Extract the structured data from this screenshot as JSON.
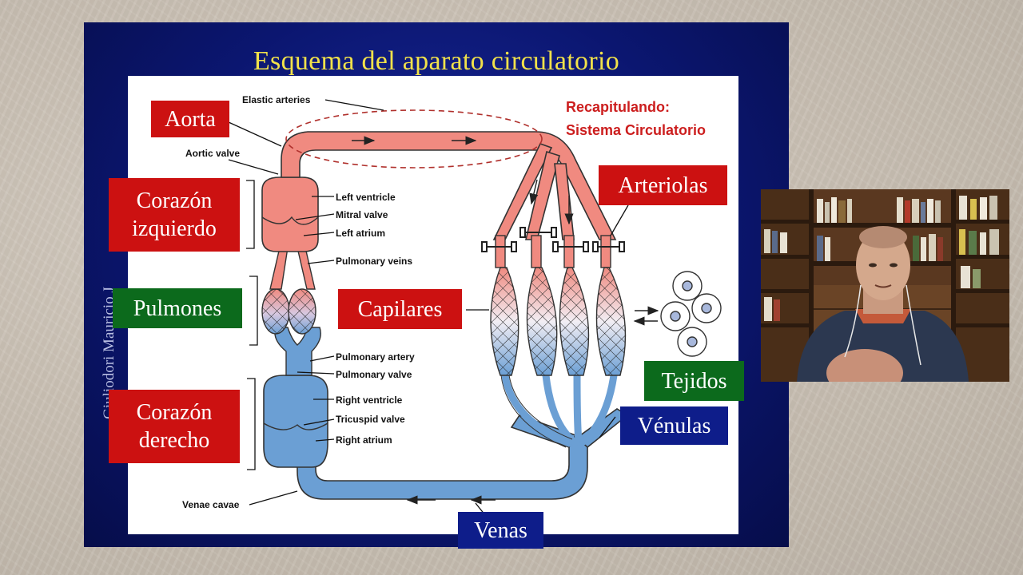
{
  "slide": {
    "title": "Esquema del aparato circulatorio",
    "watermark": "Giuliodori Mauricio J",
    "recap_line1": "Recapitulando:",
    "recap_line2": "Sistema Circulatorio"
  },
  "labels": {
    "aorta": "Aorta",
    "corazon_izq_1": "Corazón",
    "corazon_izq_2": "izquierdo",
    "pulmones": "Pulmones",
    "corazon_der_1": "Corazón",
    "corazon_der_2": "derecho",
    "capilares": "Capilares",
    "arteriolas": "Arteriolas",
    "tejidos": "Tejidos",
    "venulas": "Vénulas",
    "venas": "Venas"
  },
  "annotations": {
    "elastic_arteries": "Elastic arteries",
    "aortic_valve": "Aortic valve",
    "left_ventricle": "Left ventricle",
    "mitral_valve": "Mitral valve",
    "left_atrium": "Left atrium",
    "pulmonary_veins": "Pulmonary veins",
    "pulmonary_artery": "Pulmonary artery",
    "pulmonary_valve": "Pulmonary valve",
    "right_ventricle": "Right ventricle",
    "tricuspid_valve": "Tricuspid valve",
    "right_atrium": "Right atrium",
    "venae_cavae": "Venae cavae"
  },
  "colors": {
    "slide_bg": "#0b1670",
    "title": "#f2e24a",
    "artery": "#f08a80",
    "vein": "#6b9fd4",
    "label_red": "#cc1111",
    "label_green": "#0c6a1c",
    "label_blue": "#0e1d8a"
  }
}
